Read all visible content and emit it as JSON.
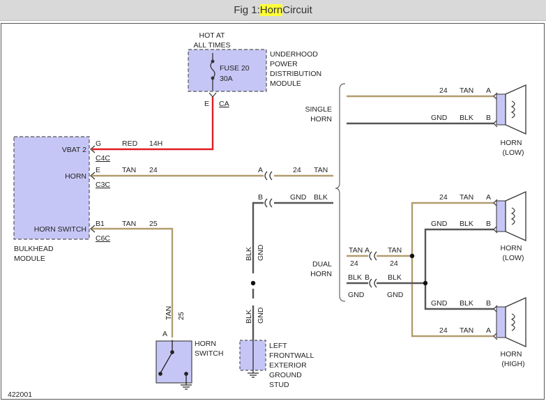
{
  "title": {
    "prefix": "Fig 1: ",
    "highlight": "Horn",
    "suffix": " Circuit"
  },
  "colors": {
    "tan": "#b29c6e",
    "red": "#e01c24",
    "blk": "#555555",
    "module_fill": "#c6c6f6",
    "highlight": "#ffff3a"
  },
  "fuse": {
    "header": [
      "HOT AT",
      "ALL TIMES"
    ],
    "label": "FUSE 20",
    "rating": "30A",
    "module": [
      "UNDERHOOD",
      "POWER",
      "DISTRIBUTION",
      "MODULE"
    ],
    "pin_e": "E",
    "pin_ca": "CA"
  },
  "bulkhead": {
    "name": [
      "BULKHEAD",
      "MODULE"
    ],
    "pins": [
      {
        "label": "VBAT 2",
        "pin": "G",
        "connector": "C4C",
        "color": "RED",
        "gauge": "14H"
      },
      {
        "label": "HORN",
        "pin": "E",
        "connector": "C3C",
        "color": "TAN",
        "gauge": "24"
      },
      {
        "label": "HORN SWITCH",
        "pin": "B1",
        "connector": "C6C",
        "color": "TAN",
        "gauge": "25"
      }
    ]
  },
  "horn_switch": {
    "name": [
      "HORN",
      "SWITCH"
    ],
    "pin": "A",
    "wire_color": "TAN",
    "wire_gauge": "25"
  },
  "ground_stud": {
    "name": [
      "LEFT",
      "FRONTWALL",
      "EXTERIOR",
      "GROUND",
      "STUD"
    ],
    "wire_color": "BLK",
    "wire_gauge": "GND"
  },
  "connector": {
    "pin_a": "A",
    "a_gauge": "24",
    "a_color": "TAN",
    "pin_b": "B",
    "b_gauge": "GND",
    "b_color": "BLK"
  },
  "single_horn": {
    "label": [
      "SINGLE",
      "HORN"
    ],
    "a_gauge": "24",
    "a_color": "TAN",
    "pin_a": "A",
    "b_gauge": "GND",
    "b_color": "BLK",
    "pin_b": "B",
    "horn_name": [
      "HORN",
      "(LOW)"
    ]
  },
  "dual_horn": {
    "label": [
      "DUAL",
      "HORN"
    ],
    "tan_left": "TAN",
    "tan_left_gauge": "24",
    "tan_pin": "A",
    "tan_right": "TAN",
    "tan_right_gauge": "24",
    "blk_left": "BLK",
    "blk_left_gauge": "GND",
    "blk_pin": "B",
    "blk_right": "BLK",
    "blk_right_gauge": "GND",
    "low": {
      "a_gauge": "24",
      "a_color": "TAN",
      "pin_a": "A",
      "b_gauge": "GND",
      "b_color": "BLK",
      "pin_b": "B",
      "name": [
        "HORN",
        "(LOW)"
      ]
    },
    "high": {
      "b_gauge": "GND",
      "b_color": "BLK",
      "pin_b": "B",
      "a_gauge": "24",
      "a_color": "TAN",
      "pin_a": "A",
      "name": [
        "HORN",
        "(HIGH)"
      ]
    }
  },
  "figure_id": "422001"
}
